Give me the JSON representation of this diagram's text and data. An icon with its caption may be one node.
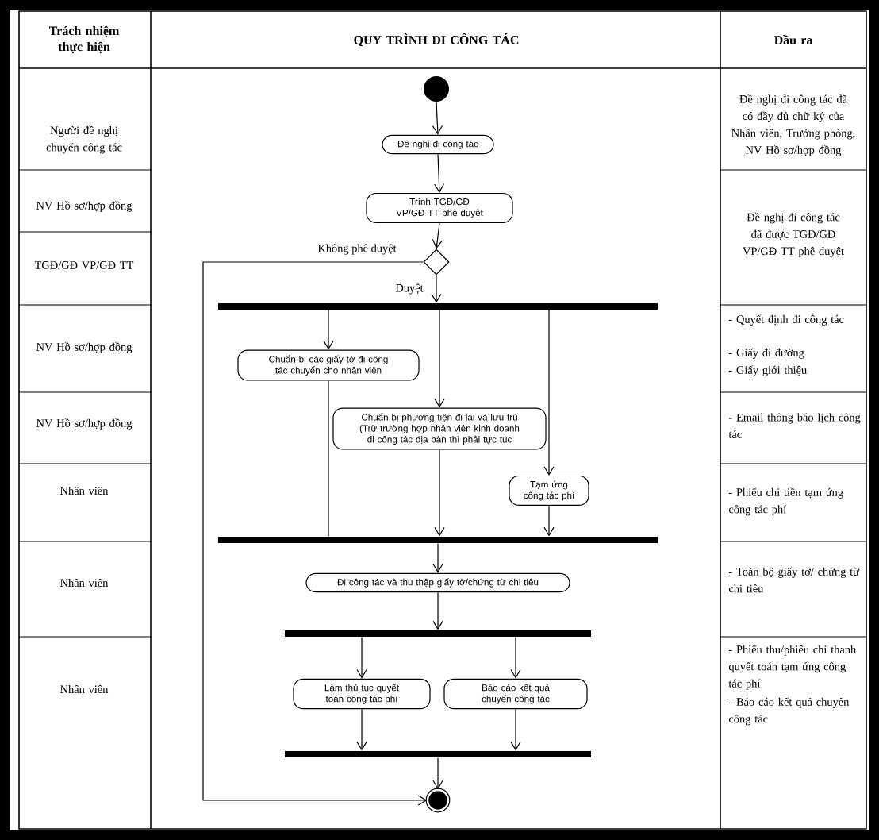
{
  "diagram": {
    "nodes": [
      {
        "text": [],
        "shape": "circle"
      },
      {
        "text": [
          "Đề nghị đi công tác"
        ]
      },
      {
        "text": [
          "Trình TGĐ/GĐ VP/GĐ TT phê duyệt"
        ]
      },
      {
        "text": [],
        "shape": "diamond"
      },
      {
        "text": [],
        "shape": "bar"
      },
      {
        "text": [
          "Chuẩn bị các giấy tờ đi công tác chuyển cho nhân viên"
        ]
      },
      {
        "text": [
          "Chuẩn bị phương tiện đi lại và lưu trú (Trừ trường hợp nhân viên kinh doanh đi công tác địa bàn thì phải tực túc"
        ]
      },
      {
        "text": [
          "Tạm ứng công tác phí"
        ]
      },
      {
        "text": [],
        "shape": "bar"
      },
      {
        "text": [
          "Đi công tác và thu thập giấy tờ/chứng từ chi tiêu"
        ]
      },
      {
        "text": [],
        "shape": "bar"
      },
      {
        "text": [
          "Làm thủ tục quyết toán công tác phí"
        ]
      },
      {
        "text": [
          "Báo cáo kết quả chuyến công tác"
        ]
      },
      {
        "text": [],
        "shape": "bar"
      },
      {
        "text": [],
        "shape": "circle"
      }
    ],
    "edges": [
      {
        "from": 0,
        "to": 1,
        "arrow": "to"
      },
      {
        "from": 1,
        "to": 2,
        "arrow": "to"
      },
      {
        "from": 2,
        "to": 3,
        "arrow": "to"
      },
      {
        "from": 3,
        "to": 4,
        "arrow": "to",
        "label": "Duyệt"
      },
      {
        "from": 3,
        "to": 14,
        "arrow": "to",
        "label": "Không phê duyệt"
      },
      {
        "from": 4,
        "to": 5,
        "arrow": "to"
      },
      {
        "from": 4,
        "to": 6,
        "arrow": "to"
      },
      {
        "from": 4,
        "to": 7,
        "arrow": "to"
      },
      {
        "from": 5,
        "to": 8,
        "arrow": "none"
      },
      {
        "from": 6,
        "to": 8,
        "arrow": "to"
      },
      {
        "from": 7,
        "to": 8,
        "arrow": "to"
      },
      {
        "from": 8,
        "to": 9,
        "arrow": "to"
      },
      {
        "from": 9,
        "to": 10,
        "arrow": "to"
      },
      {
        "from": 10,
        "to": 11,
        "arrow": "to"
      },
      {
        "from": 10,
        "to": 12,
        "arrow": "to"
      },
      {
        "from": 11,
        "to": 13,
        "arrow": "to"
      },
      {
        "from": 12,
        "to": 13,
        "arrow": "to"
      },
      {
        "from": 13,
        "to": 14,
        "arrow": "to"
      }
    ],
    "labels": [
      "Trách nhiệm thực hiện",
      "QUY TRÌNH ĐI CÔNG TÁC",
      "Đầu ra",
      "Người đề nghị chuyến công tác",
      "Đề nghị đi công tác đã có đầy đủ chữ ký của Nhân viên, Trưởng phòng, NV Hồ sơ/hợp đồng",
      "NV Hồ sơ/hợp đồng",
      "Đề nghị đi công tác đã được TGĐ/GĐ VP/GĐ TT phê duyệt",
      "TGĐ/GĐ VP/GĐ TT",
      "NV Hồ sơ/hợp đồng",
      "- Quyết định đi công tác",
      "- Giấy đi đường",
      "- Giấy giới thiệu",
      "NV Hồ sơ/hợp đồng",
      "- Email thông báo lịch công tác",
      "Nhân viên",
      "- Phiếu chi tiền tạm ứng công tác phí",
      "Nhân viên",
      "- Toàn bộ giấy tờ/ chứng từ chi tiêu",
      "Nhân viên",
      "- Phiếu thu/phiếu chi thanh quyết toán tạm ứng công tác phí",
      "- Báo cáo kết quả chuyến công tác"
    ]
  }
}
